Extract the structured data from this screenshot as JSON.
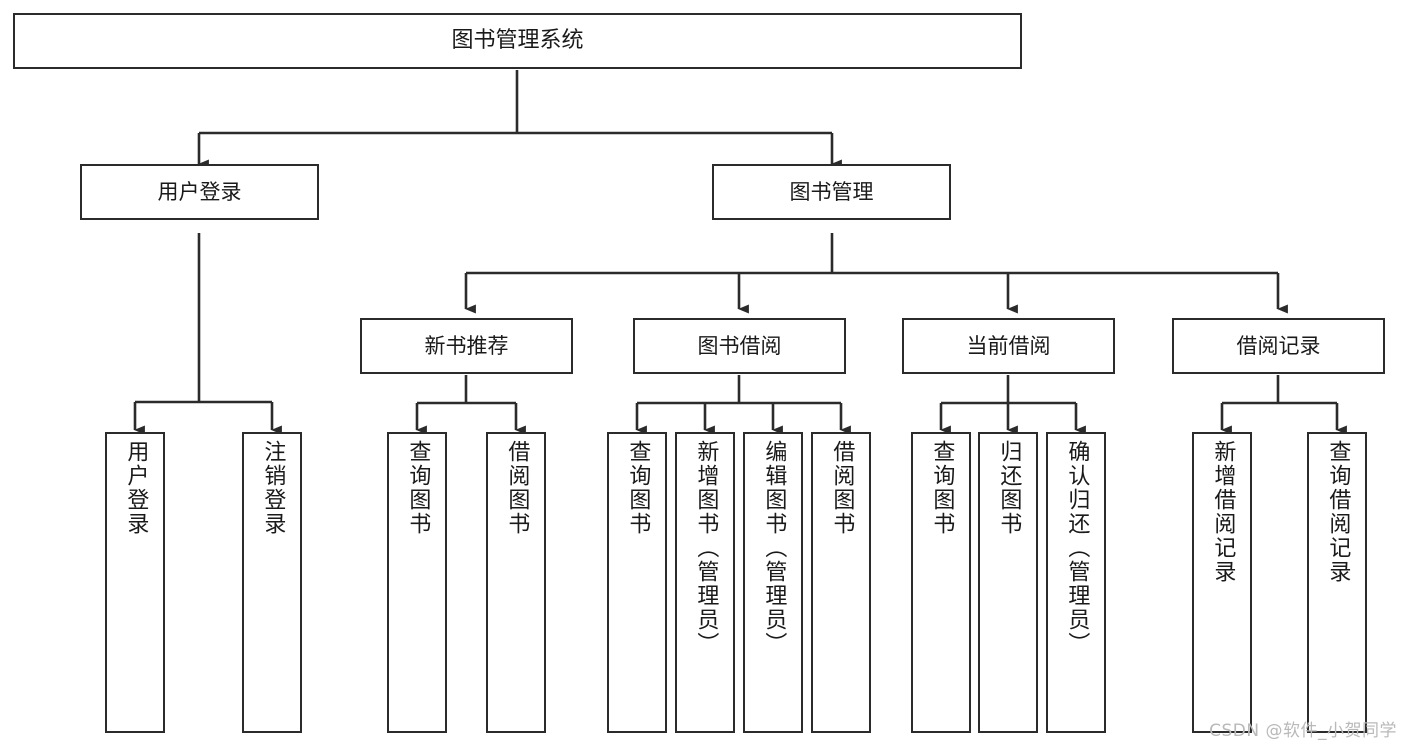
{
  "diagram": {
    "title": "图书管理系统",
    "type": "tree-hierarchy",
    "colors": {
      "border": "#2b2b2b",
      "background": "#ffffff",
      "text": "#1a1a1a",
      "watermark": "#b9b9b9"
    },
    "watermark": "CSDN @软件_小贺同学"
  },
  "nodes": {
    "root": {
      "label": "图书管理系统"
    },
    "level1": [
      {
        "id": "user-login",
        "label": "用户登录"
      },
      {
        "id": "book-management",
        "label": "图书管理"
      }
    ],
    "level2": [
      {
        "id": "new-book-recommend",
        "label": "新书推荐"
      },
      {
        "id": "book-borrow",
        "label": "图书借阅"
      },
      {
        "id": "current-borrow",
        "label": "当前借阅"
      },
      {
        "id": "borrow-record",
        "label": "借阅记录"
      }
    ],
    "leaves": {
      "user-login": [
        {
          "id": "leaf-user-login",
          "label": "用户登录"
        },
        {
          "id": "leaf-user-logout",
          "label": "注销登录"
        }
      ],
      "new-book-recommend": [
        {
          "id": "leaf-query-book-1",
          "label": "查询图书"
        },
        {
          "id": "leaf-borrow-book-1",
          "label": "借阅图书"
        }
      ],
      "book-borrow": [
        {
          "id": "leaf-query-book-2",
          "label": "查询图书"
        },
        {
          "id": "leaf-add-book",
          "label": "新增图书（管理员）"
        },
        {
          "id": "leaf-edit-book",
          "label": "编辑图书（管理员）"
        },
        {
          "id": "leaf-borrow-book-2",
          "label": "借阅图书"
        }
      ],
      "current-borrow": [
        {
          "id": "leaf-query-book-3",
          "label": "查询图书"
        },
        {
          "id": "leaf-return-book",
          "label": "归还图书"
        },
        {
          "id": "leaf-confirm-return",
          "label": "确认归还（管理员）"
        }
      ],
      "borrow-record": [
        {
          "id": "leaf-add-record",
          "label": "新增借阅记录"
        },
        {
          "id": "leaf-query-record",
          "label": "查询借阅记录"
        }
      ]
    }
  }
}
